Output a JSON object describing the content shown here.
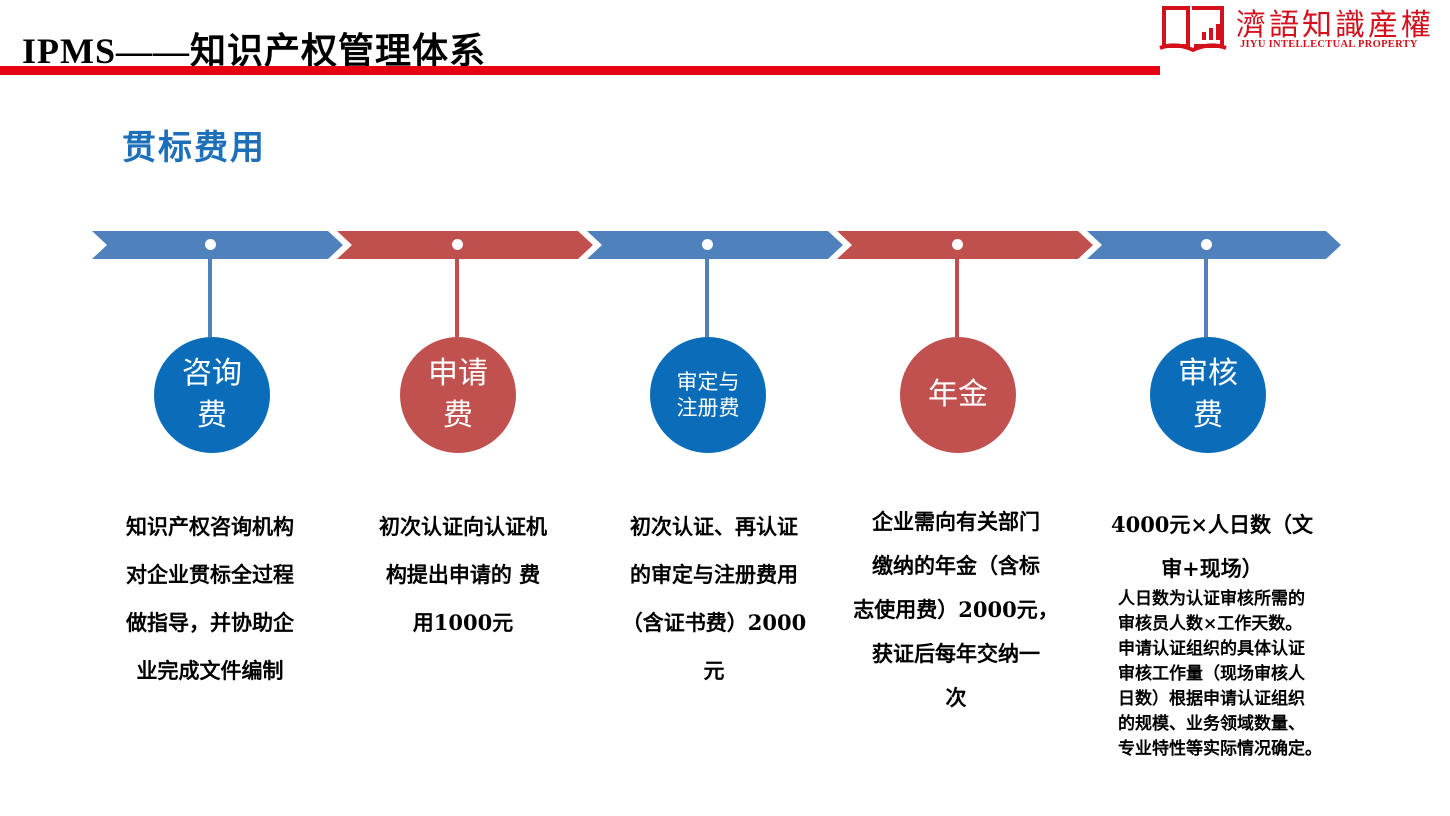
{
  "header": {
    "title": "IPMS——知识产权管理体系"
  },
  "logo": {
    "name": "濟語知識産權",
    "subtitle": "JIYU INTELLECTUAL PROPERTY"
  },
  "section": {
    "title": "贯标费用"
  },
  "colors": {
    "blue": "#4f81bd",
    "red": "#c0504d",
    "circle_blue": "#0b6cb9",
    "circle_red": "#c1514f",
    "accent_red": "#e60012",
    "title_blue": "#1d6fba"
  },
  "fees": [
    {
      "label": "咨询\n费",
      "color": "blue",
      "desc": "知识产权咨询机构\n对企业贯标全过程\n做指导，并协助企\n业完成文件编制"
    },
    {
      "label": "申请\n费",
      "color": "red",
      "desc": "初次认证向认证机\n构提出申请的 费\n用1000元"
    },
    {
      "label": "审定与\n注册费",
      "color": "blue",
      "desc": "初次认证、再认证\n的审定与注册费用\n（含证书费）2000\n元"
    },
    {
      "label": "年金",
      "color": "red",
      "desc": "企业需向有关部门\n缴纳的年金（含标\n志使用费）2000元，\n获证后每年交纳一\n次"
    },
    {
      "label": "审核\n费",
      "color": "blue",
      "desc": "4000元×人日数（文\n审+现场）",
      "note": "人日数为认证审核所需的\n审核员人数×工作天数。\n申请认证组织的具体认证\n审核工作量（现场审核人\n日数）根据申请认证组织\n的规模、业务领域数量、\n专业特性等实际情况确定。"
    }
  ]
}
